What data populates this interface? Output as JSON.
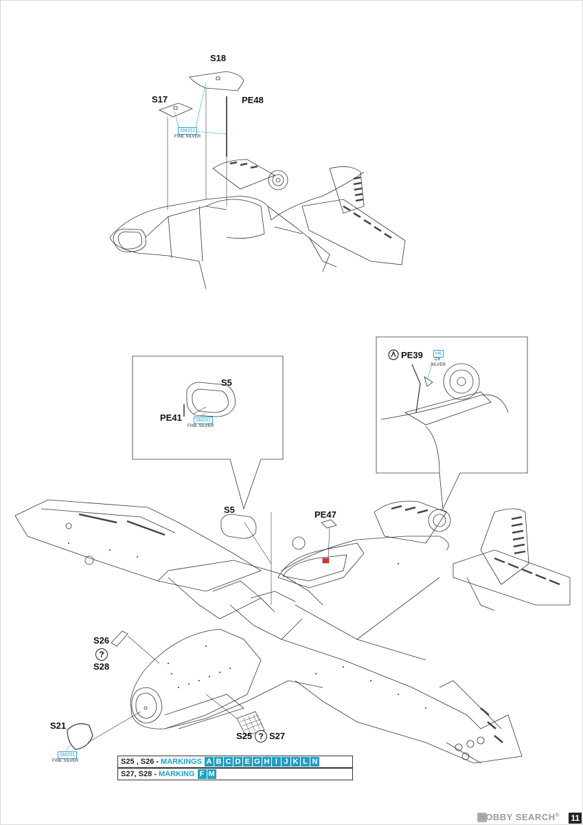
{
  "labels": {
    "s18": "S18",
    "s17": "S17",
    "pe48": "PE48",
    "s5_zoom": "S5",
    "pe41": "PE41",
    "pe39": "PE39",
    "s5_main": "S5",
    "pe47": "PE47",
    "s26": "S26",
    "s28": "S28",
    "s21": "S21",
    "s25": "S25",
    "s27": "S27"
  },
  "paints": {
    "sm201_top": {
      "code": "SM201",
      "name": "FINE SILVER"
    },
    "sm201_zoom": {
      "code": "SM201",
      "name": "FINE SILVER"
    },
    "h8_c8": {
      "code1": "H8",
      "code2": "C8",
      "name": "SILVER"
    },
    "sm201_bottom": {
      "code": "SM201",
      "name": "FINE SILVER"
    }
  },
  "question_mark": "?",
  "markings": {
    "row1": {
      "parts": "S25 , S26 -",
      "label": "MARKINGS",
      "letters": [
        "A",
        "B",
        "C",
        "D",
        "E",
        "G",
        "H",
        "I",
        "J",
        "K",
        "L",
        "N"
      ]
    },
    "row2": {
      "parts": "S27, S28 -",
      "label": "MARKING",
      "letters": [
        "F",
        "M"
      ]
    }
  },
  "page_number": "11",
  "watermark": {
    "text": "HOBBY SEARCH",
    "reg": "®"
  },
  "colors": {
    "accent_cyan": "#1d9fc4",
    "red_part": "#e0322b"
  }
}
